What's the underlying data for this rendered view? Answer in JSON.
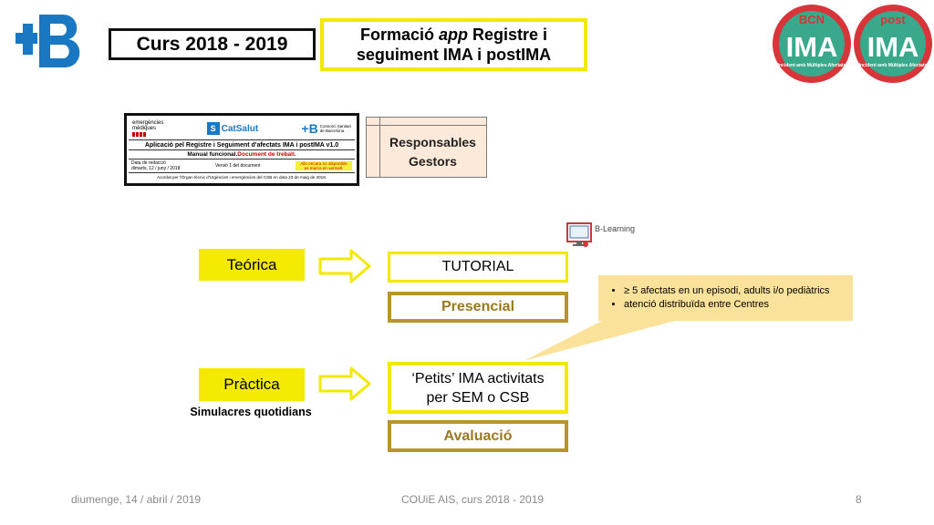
{
  "header": {
    "curs": "Curs 2018 - 2019",
    "formacio_line1_pre": "Formació ",
    "formacio_line1_italic": "app",
    "formacio_line1_post": " Registre i",
    "formacio_line2": "seguiment IMA i postIMA"
  },
  "logos": {
    "bcn_top": "BCN",
    "bcn_main": "IMA",
    "bcn_sub": "Incident amb Múltiples Afectats",
    "post_top": "post",
    "post_main": "IMA",
    "post_sub": "Incident amb Múltiples Afectats",
    "em_logo_line1": "emergències",
    "em_logo_line2": "mèdiques",
    "catsalut": "CatSalut",
    "consorci_line1": "Consorci Sanitari",
    "consorci_line2": "de Barcelona"
  },
  "manual": {
    "title": "Aplicació pel Registre i Seguiment d'afectats IMA i postIMA v1.0",
    "subtitle_black": "Manual funcional. ",
    "subtitle_red": "Document de treball.",
    "date_label": "Data de redacció",
    "date_value": "dimarts, 12 / juny / 2018",
    "version": "Versió 1 del document",
    "note": "Allo encara no disponible es marca en vermell.",
    "footer": "Acordat per l'Òrgan tècnic d'Urgències i emergències del CSB en data 23 de maig de 2018."
  },
  "responsables": {
    "line1": "Responsables",
    "line2": "Gestors"
  },
  "left": {
    "teorica": "Teórica",
    "practica": "Pràctica",
    "simulacres": "Simulacres quotidians"
  },
  "right": {
    "tutorial": "TUTORIAL",
    "presencial": "Presencial",
    "petits_line1": "‘Petits’ IMA activitats",
    "petits_line2": "per SEM o CSB",
    "avaluacio": "Avaluació"
  },
  "blearning": {
    "label": "B-Learning"
  },
  "callout": {
    "items": [
      "≥ 5 afectats en un episodi, adults i/o pediàtrics",
      "atenció distribuïda entre Centres"
    ]
  },
  "footer": {
    "date": "diumenge, 14 / abril / 2019",
    "center": "COUiE AIS, curs 2018 - 2019",
    "page": "8"
  },
  "colors": {
    "brand_blue": "#1a78c2",
    "yellow": "#f4e900",
    "gold": "#b8952c",
    "bcn_green": "#3aa88a",
    "bcn_red": "#d8353a"
  }
}
